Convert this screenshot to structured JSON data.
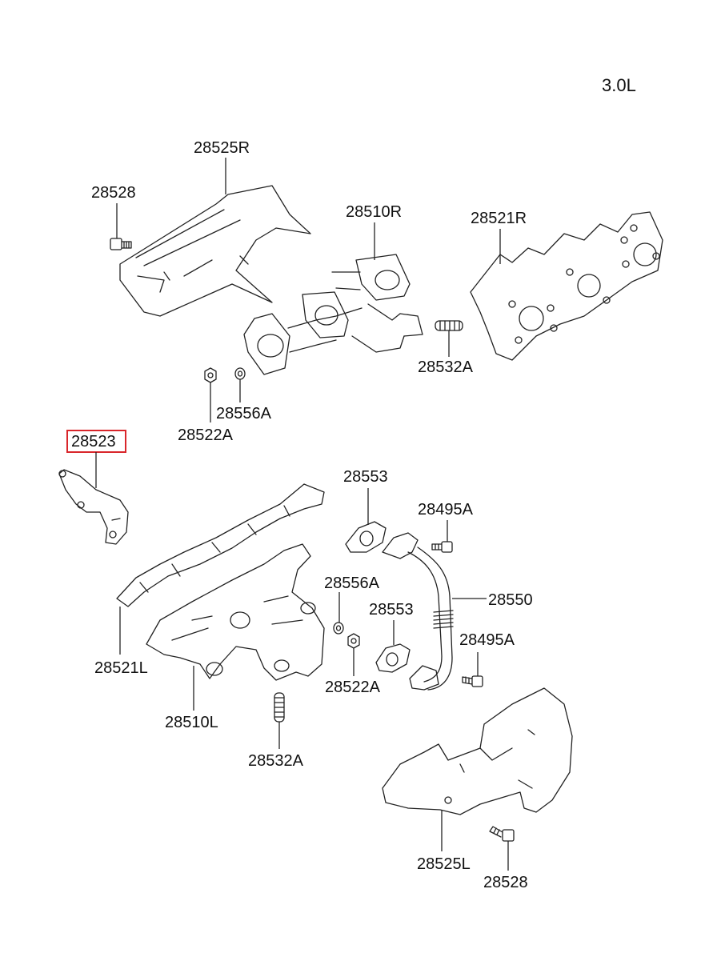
{
  "engine": "3.0L",
  "highlight_color": "#d9262b",
  "labels": {
    "p28525R": "28525R",
    "p28528_top": "28528",
    "p28510R": "28510R",
    "p28521R": "28521R",
    "p28532A_top": "28532A",
    "p28556A_top": "28556A",
    "p28522A_top": "28522A",
    "p28523": "28523",
    "p28553_top": "28553",
    "p28495A_top": "28495A",
    "p28556A_mid": "28556A",
    "p28550": "28550",
    "p28553_mid": "28553",
    "p28495A_mid": "28495A",
    "p28521L": "28521L",
    "p28522A_mid": "28522A",
    "p28510L": "28510L",
    "p28532A_bottom": "28532A",
    "p28525L": "28525L",
    "p28528_bottom": "28528"
  }
}
